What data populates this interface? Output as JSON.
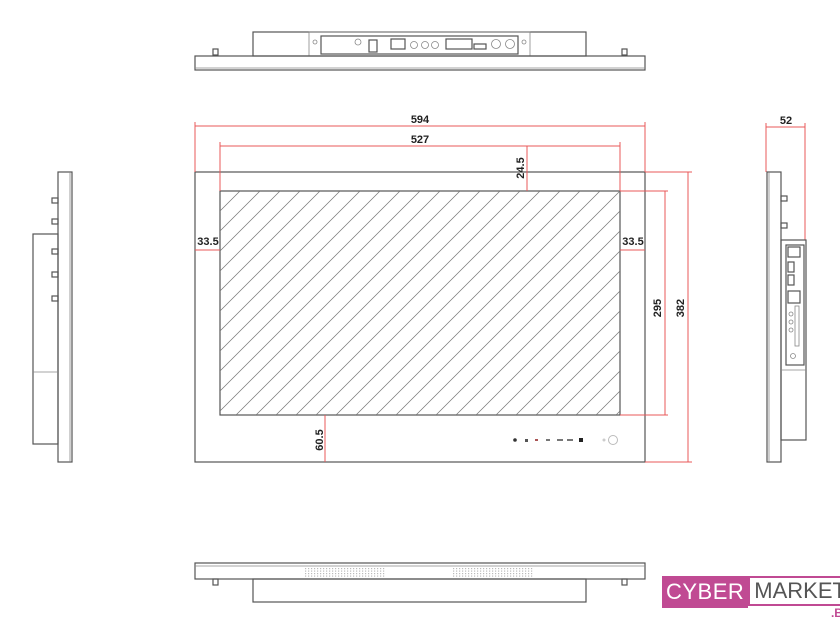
{
  "dimensions": {
    "overall_width": "594",
    "screen_width": "527",
    "top_bezel": "24.5",
    "left_bezel": "33.5",
    "right_bezel": "33.5",
    "screen_height": "295",
    "overall_height": "382",
    "bottom_bezel": "60.5",
    "depth": "52"
  },
  "logo": {
    "part1": "CYBER",
    "part2": "MARKET",
    "suffix": ".BY"
  },
  "colors": {
    "dimension_line": "#e8585a",
    "logo_pink": "#c04a93"
  }
}
